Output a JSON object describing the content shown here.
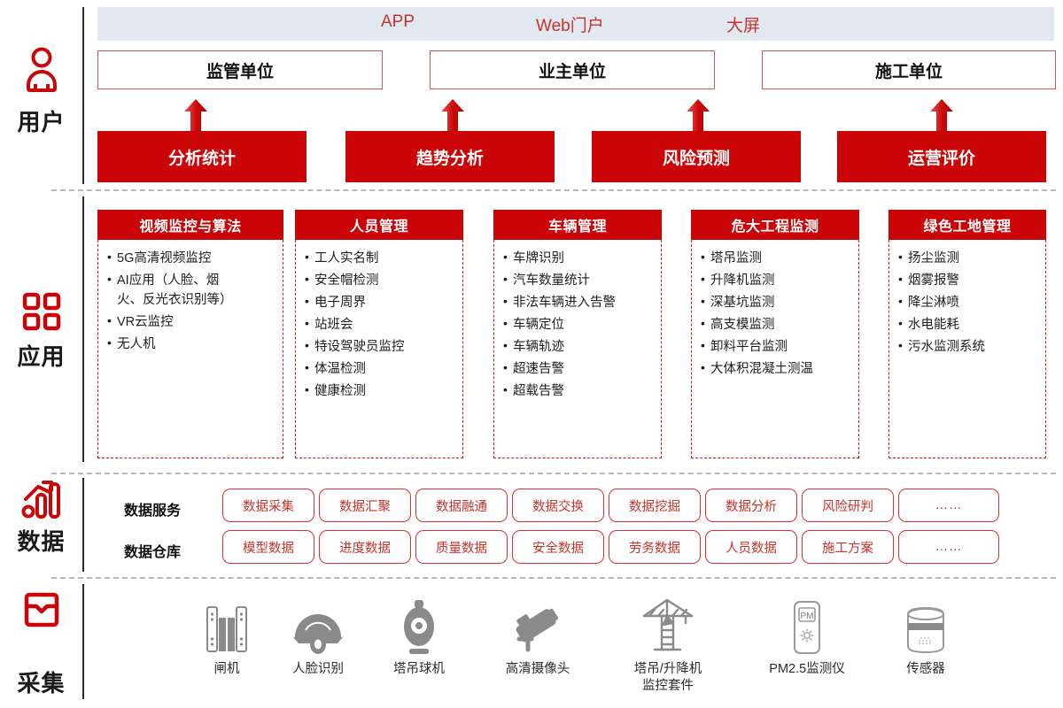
{
  "layers": {
    "user": {
      "label": "用户",
      "icon": "person-icon"
    },
    "application": {
      "label": "应用",
      "icon": "grid-apps-icon"
    },
    "data": {
      "label": "数据",
      "icon": "bar-chart-trend-icon"
    },
    "collection": {
      "label": "采集",
      "icon": "inbox-tray-icon"
    }
  },
  "colors": {
    "brand_red": "#cb0407",
    "text_red": "#c6342c",
    "banner_bg": "#e2e8f0",
    "dashed_border": "#d9161c",
    "device_gray": "#757575"
  },
  "banner": {
    "channels": [
      {
        "label": "APP"
      },
      {
        "label": "Web门户"
      },
      {
        "label": "大屏"
      }
    ]
  },
  "user_layer": {
    "organizations": [
      {
        "label": "监管单位"
      },
      {
        "label": "业主单位"
      },
      {
        "label": "施工单位"
      }
    ],
    "functions": [
      {
        "label": "分析统计"
      },
      {
        "label": "趋势分析"
      },
      {
        "label": "风险预测"
      },
      {
        "label": "运营评价"
      }
    ]
  },
  "application_layer": {
    "cards": [
      {
        "title": "视频监控与算法",
        "items": [
          "5G高清视频监控",
          "AI应用（人脸、烟\n火、反光衣识别等）",
          "VR云监控",
          "无人机"
        ]
      },
      {
        "title": "人员管理",
        "items": [
          "工人实名制",
          "安全帽检测",
          "电子周界",
          "站班会",
          "特设驾驶员监控",
          "体温检测",
          "健康检测"
        ]
      },
      {
        "title": "车辆管理",
        "items": [
          "车牌识别",
          "汽车数量统计",
          "非法车辆进入告警",
          "车辆定位",
          "车辆轨迹",
          "超速告警",
          "超载告警"
        ]
      },
      {
        "title": "危大工程监测",
        "items": [
          "塔吊监测",
          "升降机监测",
          "深基坑监测",
          "高支模监测",
          "卸料平台监测",
          "大体积混凝土测温"
        ]
      },
      {
        "title": "绿色工地管理",
        "items": [
          "扬尘监测",
          "烟雾报警",
          "降尘淋喷",
          "水电能耗",
          "污水监测系统"
        ]
      }
    ]
  },
  "data_layer": {
    "rows": [
      {
        "label": "数据服务",
        "items": [
          "数据采集",
          "数据汇聚",
          "数据融通",
          "数据交换",
          "数据挖掘",
          "数据分析",
          "风险研判",
          "……"
        ]
      },
      {
        "label": "数据仓库",
        "items": [
          "模型数据",
          "进度数据",
          "质量数据",
          "安全数据",
          "劳务数据",
          "人员数据",
          "施工方案",
          "……"
        ]
      }
    ]
  },
  "collection_layer": {
    "devices": [
      {
        "label": "闸机",
        "icon": "turnstile-gate-icon"
      },
      {
        "label": "人脸识别",
        "icon": "dome-camera-icon"
      },
      {
        "label": "塔吊球机",
        "icon": "ptz-ball-camera-icon"
      },
      {
        "label": "高清摄像头",
        "icon": "bullet-camera-icon"
      },
      {
        "label": "塔吊/升降机\n监控套件",
        "icon": "tower-crane-icon"
      },
      {
        "label": "PM2.5监测仪",
        "icon": "pm25-monitor-icon"
      },
      {
        "label": "传感器",
        "icon": "sensor-icon"
      }
    ]
  }
}
